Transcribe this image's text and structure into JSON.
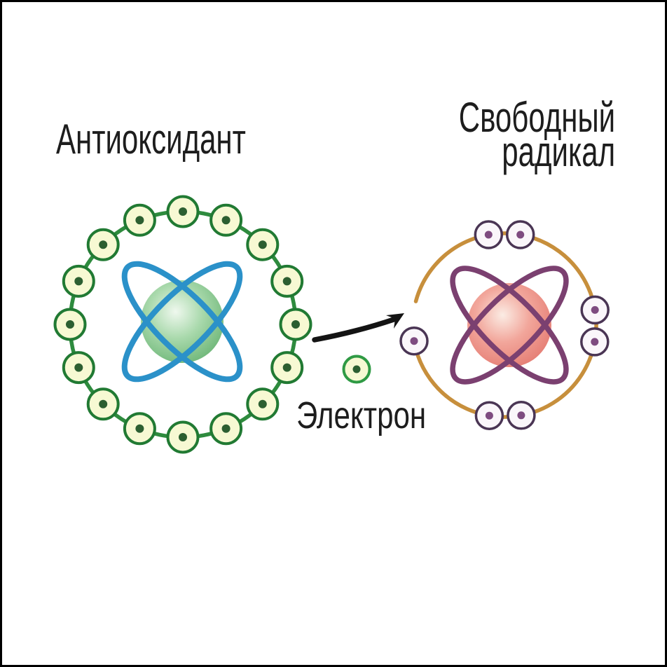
{
  "page": {
    "background": "#ffffff",
    "frame_color": "#000000",
    "text_color": "#1d1d1d"
  },
  "labels": {
    "antioxidant": "Антиоксидант",
    "free_radical": [
      "Свободный",
      "радикал"
    ],
    "electron": "Электрон"
  },
  "atoms": [
    {
      "id": "antioxidant",
      "label": "Антиоксидант",
      "electron_count": 16,
      "electron_angles_deg": [
        270,
        292.5,
        315,
        337.5,
        0,
        22.5,
        45,
        67.5,
        90,
        112.5,
        135,
        157.5,
        180,
        202.5,
        225,
        247.5
      ],
      "ring_color": "#2e8b3e",
      "ring_gap_deg": null,
      "electron_style": {
        "fill": "#f7f9d3",
        "border": "#217a33",
        "dot": "#2c5f31"
      },
      "orbit_color": "#2b91c9",
      "nucleus_colors": [
        "#eff8ee",
        "#a9d9ac",
        "#66b271"
      ]
    },
    {
      "id": "free-radical",
      "label": "Свободный радикал",
      "electron_count": 7,
      "electron_angles_deg": [
        260,
        280,
        350.5,
        10.5,
        79.5,
        99.5,
        170
      ],
      "ring_color": "#c78f3c",
      "ring_gap_deg": {
        "start": 195,
        "end": 170
      },
      "electron_style": {
        "fill": "#faf6fa",
        "border": "#4a3554",
        "dot": "#7e4b80"
      },
      "orbit_color": "#7b4070",
      "nucleus_colors": [
        "#fbece4",
        "#f2a69b",
        "#e3776e"
      ]
    }
  ],
  "free_electron": {
    "label": "Электрон",
    "style": {
      "fill": "#f7f9d3",
      "border": "#2f9a44",
      "dot": "#2c5f31"
    }
  },
  "arrow": {
    "color": "#141414"
  }
}
